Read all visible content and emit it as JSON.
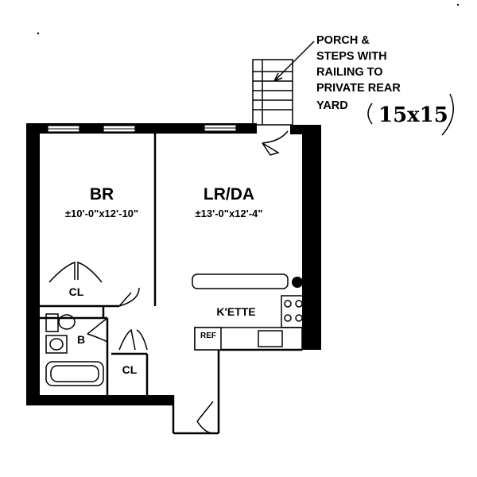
{
  "rooms": {
    "bedroom": {
      "name": "BR",
      "dimensions": "±10'-0\"x12'-10\""
    },
    "living_dining": {
      "name": "LR/DA",
      "dimensions": "±13'-0\"x12'-4\""
    },
    "kitchenette": {
      "name": "K'ETTE"
    },
    "bath": {
      "name": "B"
    },
    "closet_bedroom": {
      "name": "CL"
    },
    "closet_hall": {
      "name": "CL"
    },
    "refrigerator": {
      "name": "REF"
    }
  },
  "porch_note": {
    "lines": [
      "PORCH &",
      "STEPS WITH",
      "RAILING TO",
      "PRIVATE REAR",
      "YARD"
    ],
    "handwritten": "15x15"
  }
}
